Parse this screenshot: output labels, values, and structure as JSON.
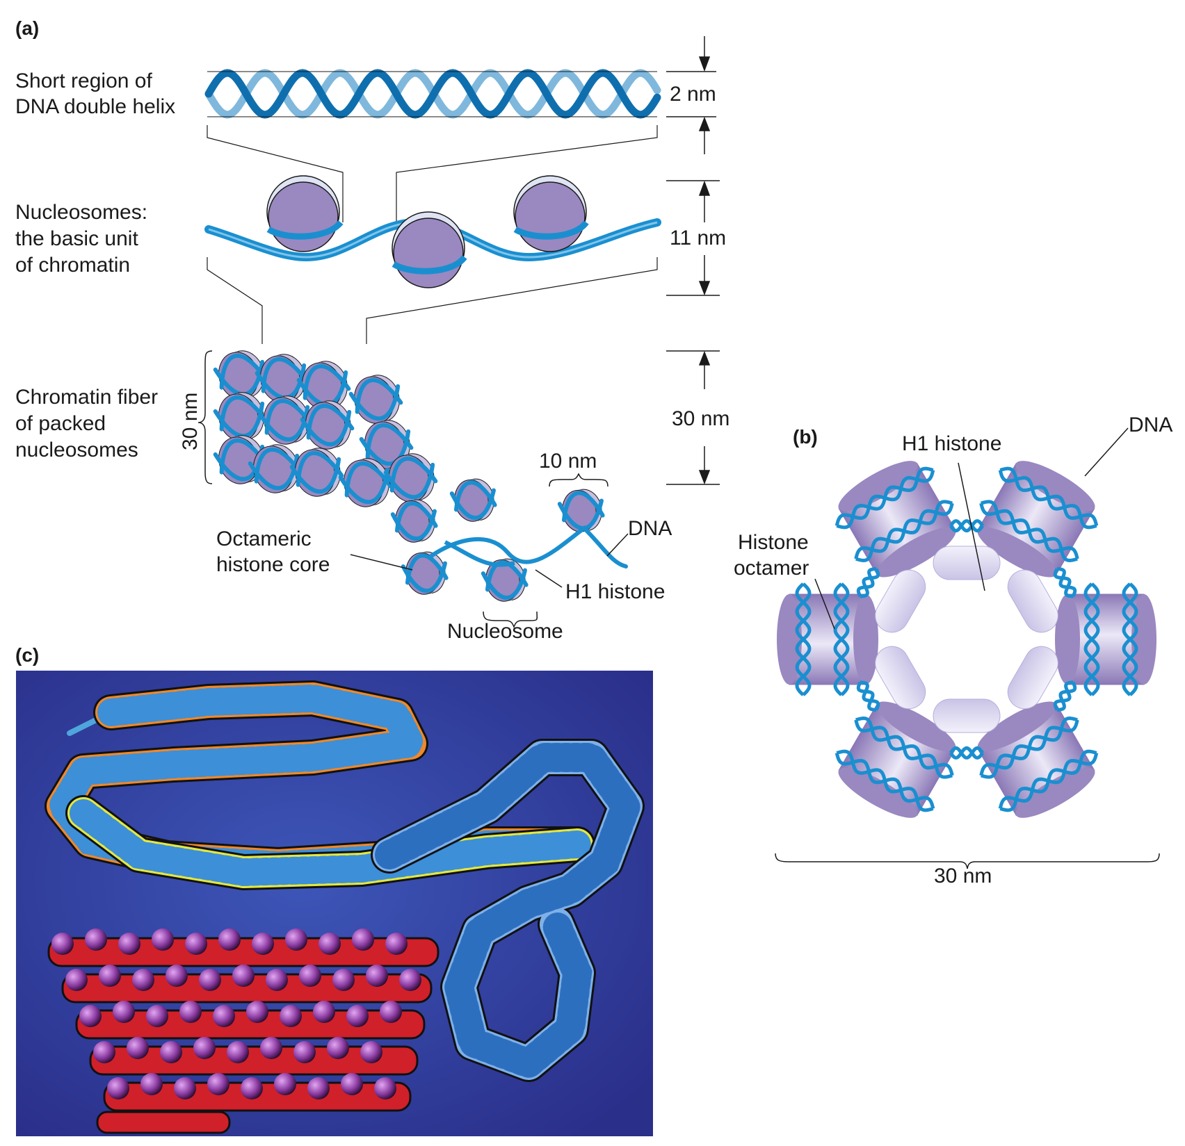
{
  "panels": {
    "a": "(a)",
    "b": "(b)",
    "c": "(c)"
  },
  "panel_a": {
    "helix_label": [
      "Short region of",
      "DNA double helix"
    ],
    "helix_width": "2 nm",
    "nucleosome_label": [
      "Nucleosomes:",
      "the basic unit",
      "of chromatin"
    ],
    "nucleosome_width": "11 nm",
    "fiber_label": [
      "Chromatin fiber",
      "of packed",
      "nucleosomes"
    ],
    "fiber_width": "30 nm",
    "fiber_side_width": "30 nm",
    "ten_nm": "10 nm",
    "dna": "DNA",
    "octameric": [
      "Octameric",
      "histone core"
    ],
    "h1": "H1 histone",
    "nucleosome": "Nucleosome"
  },
  "panel_b": {
    "dna": "DNA",
    "h1": "H1 histone",
    "octamer": [
      "Histone",
      "octamer"
    ],
    "width": "30 nm"
  },
  "colors": {
    "dna": "#1a8fd0",
    "dna_dark": "#0f6fae",
    "histone": "#9a88c0",
    "histone_light": "#c8bfe0",
    "h1": "#dcd8f0",
    "background_c": "#2b3896"
  }
}
